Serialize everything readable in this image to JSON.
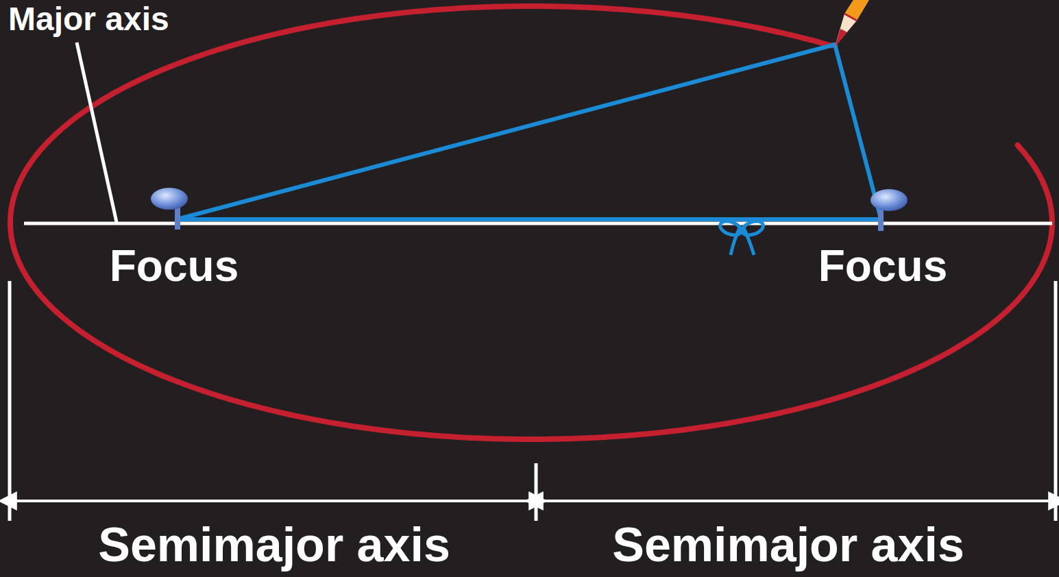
{
  "diagram": {
    "labels": [
      "Major axis",
      "Focus",
      "Focus",
      "Semimajor axis",
      "Semimajor axis"
    ]
  }
}
